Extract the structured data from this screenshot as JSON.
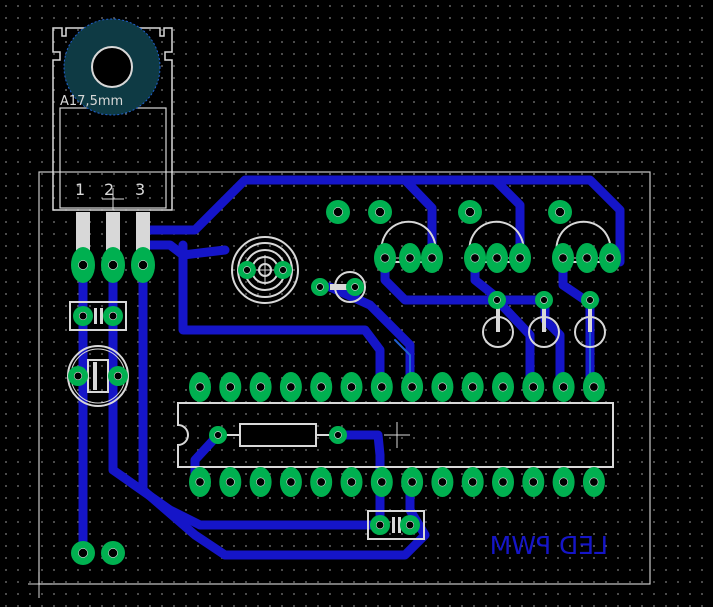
{
  "editor": {
    "background_color": "#000000",
    "grid_color": "#7f7f7f",
    "outline_color": "#c8c8c8",
    "bottom_copper_color": "#1515c8",
    "pad_color": "#00b050",
    "pad_hole_color": "#000000",
    "silkscreen_color": "#d8d8d8",
    "top_copper_color": "#2060d0"
  },
  "regulator": {
    "label": "A17,5mm",
    "pin_numbers": [
      "1",
      "2",
      "3"
    ]
  },
  "board_text": {
    "label": "LED PWM",
    "mirrored": true
  }
}
